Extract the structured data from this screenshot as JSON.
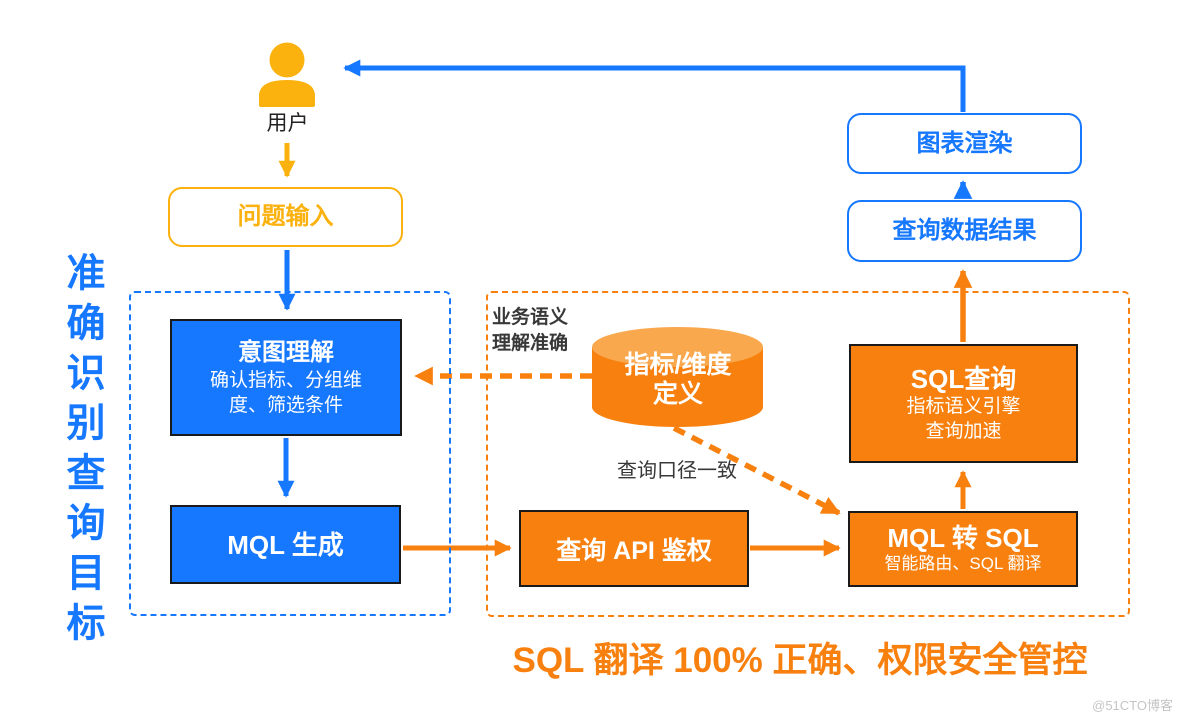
{
  "colors": {
    "blue": "#1677ff",
    "orange": "#f7800e",
    "orange_light": "#faa84e",
    "gold": "#fbb10e",
    "node_border": "#1a1a1a",
    "note_text": "#383838",
    "watermark_gray": "#c5c5c5"
  },
  "nodes": {
    "user": {
      "label": "用户"
    },
    "question_input": {
      "label": "问题输入"
    },
    "intent": {
      "title": "意图理解",
      "subtitle_line1": "确认指标、分组维",
      "subtitle_line2": "度、筛选条件"
    },
    "mql_generation": {
      "label": "MQL 生成"
    },
    "metric_dimension_db": {
      "line1": "指标/维度",
      "line2": "定义"
    },
    "query_api_auth": {
      "label": "查询 API 鉴权"
    },
    "mql_to_sql": {
      "title": "MQL 转 SQL",
      "subtitle": "智能路由、SQL 翻译"
    },
    "sql_query": {
      "title": "SQL查询",
      "subtitle_line1": "指标语义引擎",
      "subtitle_line2": "查询加速"
    },
    "query_result": {
      "label": "查询数据结果"
    },
    "chart_render": {
      "label": "图表渲染"
    }
  },
  "annotations": {
    "left_goal": "准确识别查询目标",
    "semantic_line1": "业务语义",
    "semantic_line2": "理解准确",
    "caliber": "查询口径一致",
    "bottom_slogan": "SQL 翻译 100% 正确、权限安全管控",
    "watermark": "@51CTO博客"
  }
}
